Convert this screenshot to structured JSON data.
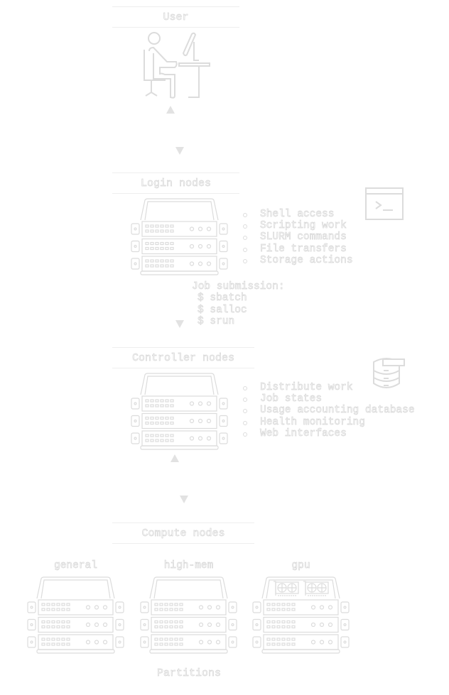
{
  "user": {
    "title": "User"
  },
  "login": {
    "title": "Login nodes",
    "features": [
      "Shell access",
      "Scripting work",
      "SLURM commands",
      "File transfers",
      "Storage actions"
    ],
    "job_submission": {
      "label": "Job submission:",
      "commands": [
        "$ sbatch",
        "$ salloc",
        "$ srun"
      ]
    }
  },
  "controller": {
    "title": "Controller nodes",
    "features": [
      "Distribute work",
      "Job states",
      "Usage accounting database",
      "Health monitoring",
      "Web interfaces"
    ]
  },
  "compute": {
    "title": "Compute nodes",
    "partitions": [
      "general",
      "high-mem",
      "gpu"
    ],
    "footer": "Partitions"
  },
  "colors": {
    "line": "#dcdcdc",
    "background": "#ffffff"
  }
}
